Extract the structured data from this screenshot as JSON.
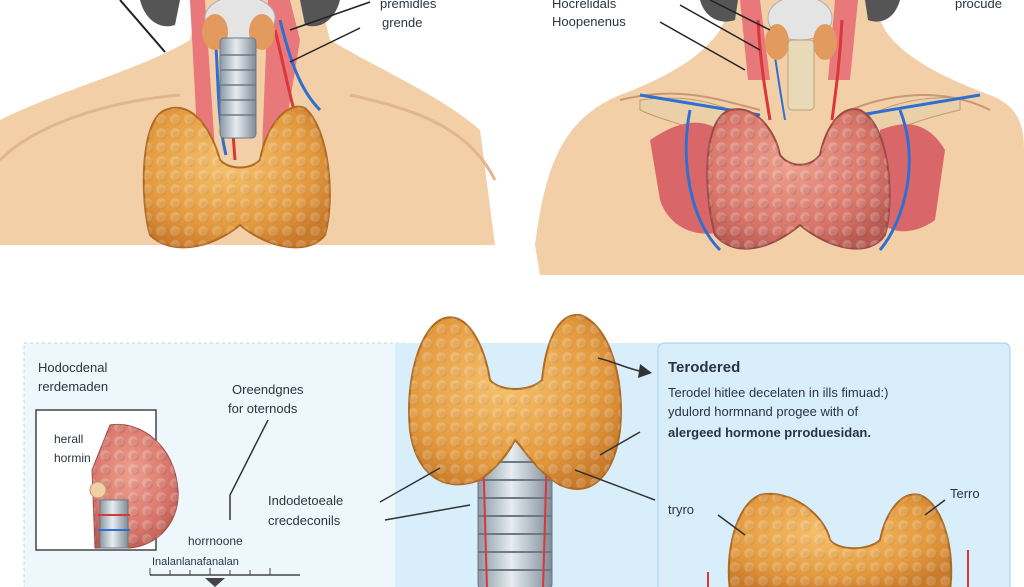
{
  "labels": {
    "top_left_callout_1": "premidles",
    "top_left_callout_2": "grende",
    "top_right_callout_1": "Hocrelidals",
    "top_right_callout_2": "Hoopenenus",
    "top_right_corner": "procude",
    "left_panel_title_1": "Hodocdenal",
    "left_panel_title_2": "rerdemaden",
    "left_panel_callout_1": "Oreendgnes",
    "left_panel_callout_2": "for oternods",
    "left_inset_1": "herall",
    "left_inset_2": "hormin",
    "left_inset_3": "horrnoone",
    "left_ruler": "Inalanlanafanalan",
    "center_callout_1": "Indodetoeale",
    "center_callout_2": "crecdeconils",
    "right_panel_title": "Terodered",
    "right_panel_line_1": "Terodel hitlee decelaten in ills fimuad:)",
    "right_panel_line_2": "ydulord hormnand progee with of",
    "right_panel_line_3": "alergeed hormone prroduesidan.",
    "right_panel_callout_1": "tryro",
    "right_panel_callout_2": "Terro"
  },
  "colors": {
    "skin": "#f3cfa8",
    "thyroid": "#e6a24a",
    "thyroid_red": "#d9786a",
    "vein": "#2f6fd1",
    "artery": "#d9373a",
    "muscle": "#d9676a",
    "panel_blue": "#d8eefb",
    "panel_left": "#eef7fc",
    "trachea": "#b8c2cc"
  }
}
